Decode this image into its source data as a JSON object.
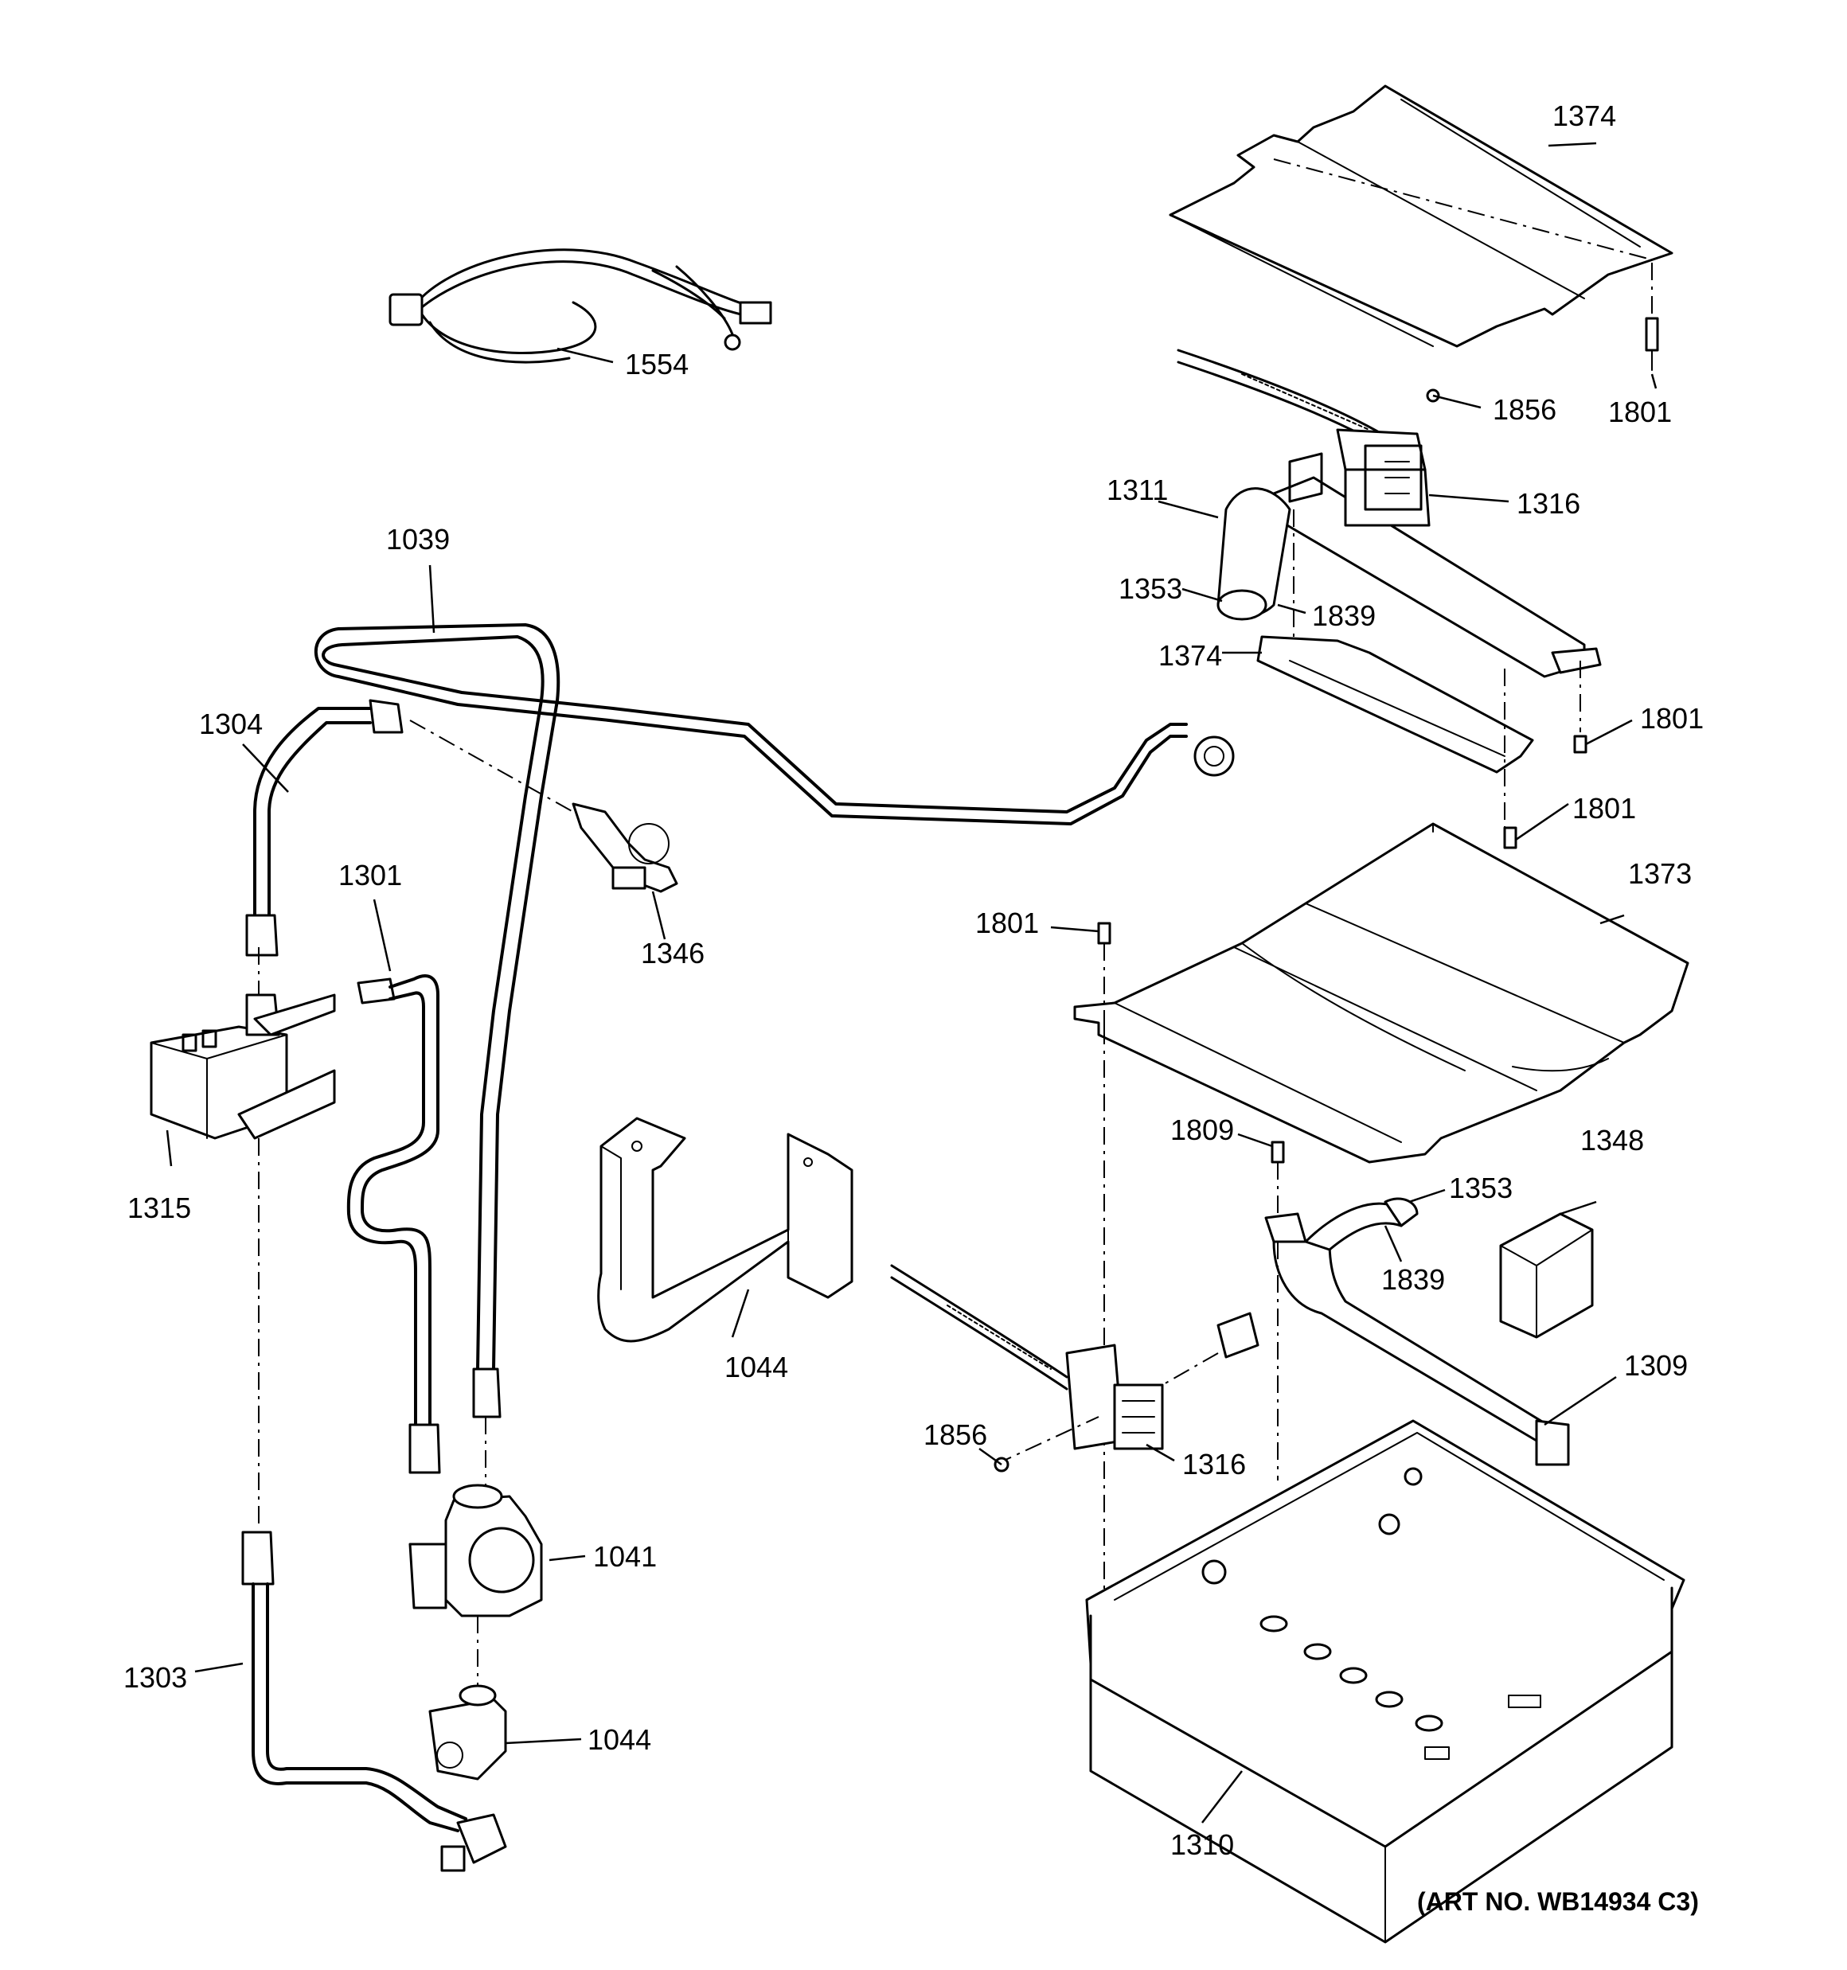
{
  "art_number": "(ART NO. WB14934 C3)",
  "labels": {
    "l1374a": "1374",
    "l1554": "1554",
    "l1856a": "1856",
    "l1801a": "1801",
    "l1316a": "1316",
    "l1311": "1311",
    "l1353a": "1353",
    "l1839a": "1839",
    "l1374b": "1374",
    "l1801b": "1801",
    "l1801c": "1801",
    "l1373": "1373",
    "l1801d": "1801",
    "l1039": "1039",
    "l1304": "1304",
    "l1301": "1301",
    "l1346": "1346",
    "l1315": "1315",
    "l1809": "1809",
    "l1348": "1348",
    "l1353b": "1353",
    "l1839b": "1839",
    "l1044a": "1044",
    "l1309": "1309",
    "l1856b": "1856",
    "l1316b": "1316",
    "l1041": "1041",
    "l1303": "1303",
    "l1044b": "1044",
    "l1310": "1310"
  }
}
